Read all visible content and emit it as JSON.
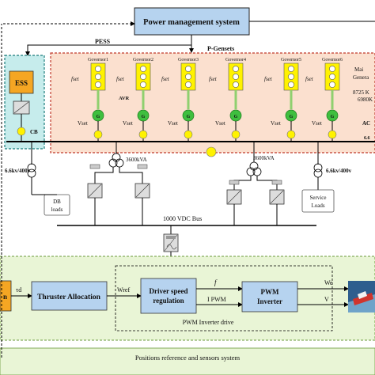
{
  "header": {
    "pms_label": "Power management system",
    "pess_label": "PESS",
    "pgensets_label": "P-Gensets"
  },
  "ess": {
    "label": "ESS",
    "cb_label": "CB"
  },
  "governors": [
    {
      "label": "Governor1",
      "fset": "fset"
    },
    {
      "label": "Governor2",
      "fset": "fset"
    },
    {
      "label": "Governor3",
      "fset": "fset"
    },
    {
      "label": "Governor4",
      "fset": "fset"
    },
    {
      "label": "Governor5",
      "fset": "fset"
    },
    {
      "label": "Governor6",
      "fset": "fset"
    }
  ],
  "avr_label": "AVR",
  "vset_label": "Vset",
  "generator_symbol": "G",
  "right_info": [
    "Mai",
    "Genera",
    "8725 K",
    "6980K",
    "AC",
    "6.6"
  ],
  "transformers": {
    "left_rating": "3600kVA",
    "right_rating": "3600kVA",
    "left_ratio": "6.6kv/400v",
    "right_ratio": "6.6kv/400v"
  },
  "loads": {
    "db": [
      "DB",
      "loads"
    ],
    "service": [
      "Service",
      "Loads"
    ]
  },
  "dc_bus_label": "1000 VDC Bus",
  "drive": {
    "left_partial": "n",
    "tau_d": "τd",
    "thruster_allocation": "Thruster Allocation",
    "w_ref": "Wref",
    "speed_regulation": [
      "Driver speed",
      "regulation"
    ],
    "f_label": "f",
    "ipwm_label": "I PWM",
    "pwm_inverter": [
      "PWM",
      "Inverter"
    ],
    "we_label": "We",
    "v_label": "V",
    "pwm_drive_label": "PWM Inverter drive"
  },
  "footer": {
    "positions_label": "Positions reference and sensors system"
  },
  "colors": {
    "blue_box": "#b6d3ef",
    "ess_bg": "#c6ecec",
    "gen_bg": "#fbe0cf",
    "drive_bg": "#e9f5d6",
    "yellow": "#fff200",
    "green": "#3fbf3f",
    "orange": "#f5a623"
  }
}
